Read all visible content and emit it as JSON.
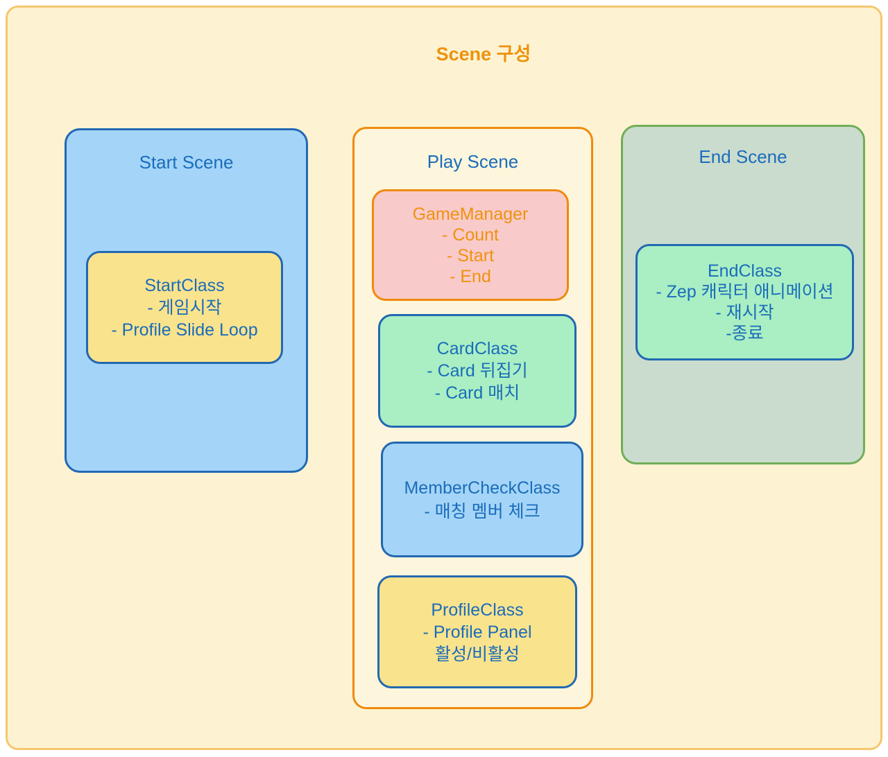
{
  "diagram": {
    "title": "Scene 구성"
  },
  "colors": {
    "canvas_background": "#ffffff",
    "outer_fill": "#fdf3d2",
    "outer_border": "#f5c76f",
    "orange_accent": "#ef8a0e",
    "orange_text": "#ee920e",
    "blue_border": "#2268b2",
    "blue_text": "#1b6cba",
    "blue_fill": "#a4d5f8",
    "yellow_fill": "#fae38d",
    "green_fill": "#a9efc3",
    "pink_fill": "#f9caca",
    "sage_fill": "#cadcce",
    "green_border": "#6fae57",
    "cream_fill": "#fdf6dc"
  },
  "scenes": {
    "start": {
      "title": "Start Scene",
      "classes": [
        {
          "name": "StartClass",
          "lines": [
            "- 게임시작",
            "- Profile Slide Loop"
          ]
        }
      ]
    },
    "play": {
      "title": "Play Scene",
      "classes": [
        {
          "name": "GameManager",
          "lines": [
            "- Count",
            "- Start",
            "- End"
          ]
        },
        {
          "name": "CardClass",
          "lines": [
            "- Card 뒤집기",
            "- Card 매치"
          ]
        },
        {
          "name": "MemberCheckClass",
          "lines": [
            "- 매칭 멤버 체크"
          ]
        },
        {
          "name": "ProfileClass",
          "lines": [
            "- Profile Panel",
            "활성/비활성"
          ]
        }
      ]
    },
    "end": {
      "title": "End Scene",
      "classes": [
        {
          "name": "EndClass",
          "lines": [
            "- Zep 캐릭터 애니메이션",
            "- 재시작",
            "-종료"
          ]
        }
      ]
    }
  }
}
